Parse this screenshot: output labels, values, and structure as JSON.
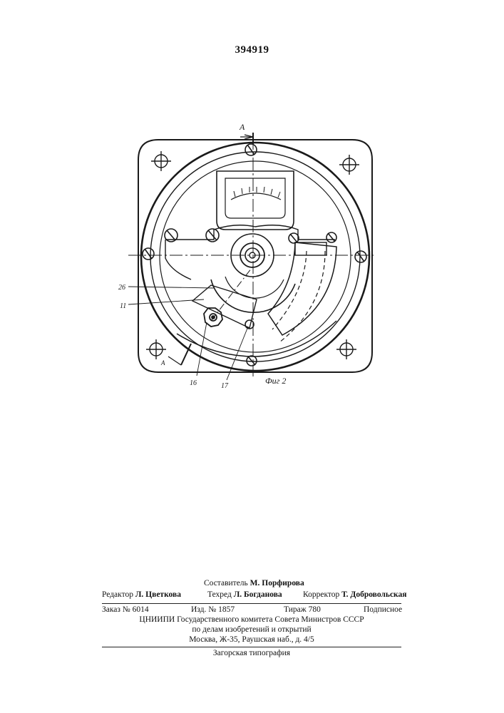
{
  "patent_number": "394919",
  "figure": {
    "section_label": "А",
    "caption": "Фиг 2",
    "refs": {
      "r26": "26",
      "r11": "11",
      "r16": "16",
      "r17": "17"
    }
  },
  "imprint": {
    "compiler_label": "Составитель",
    "compiler_name": "М. Порфирова",
    "editor_label": "Редактор",
    "editor_name": "Л. Цветкова",
    "techred_label": "Техред",
    "techred_name": "Л. Богданова",
    "corrector_label": "Корректор",
    "corrector_name": "Т. Добровольская",
    "order": "Заказ № 6014",
    "edition": "Изд. № 1857",
    "circulation": "Тираж 780",
    "subscription": "Подписное",
    "org_line1": "ЦНИИПИ Государственного комитета Совета Министров СССР",
    "org_line2": "по делам изобретений и открытий",
    "address": "Москва, Ж-35, Раушская наб., д. 4/5",
    "printer": "Загорская типография"
  }
}
